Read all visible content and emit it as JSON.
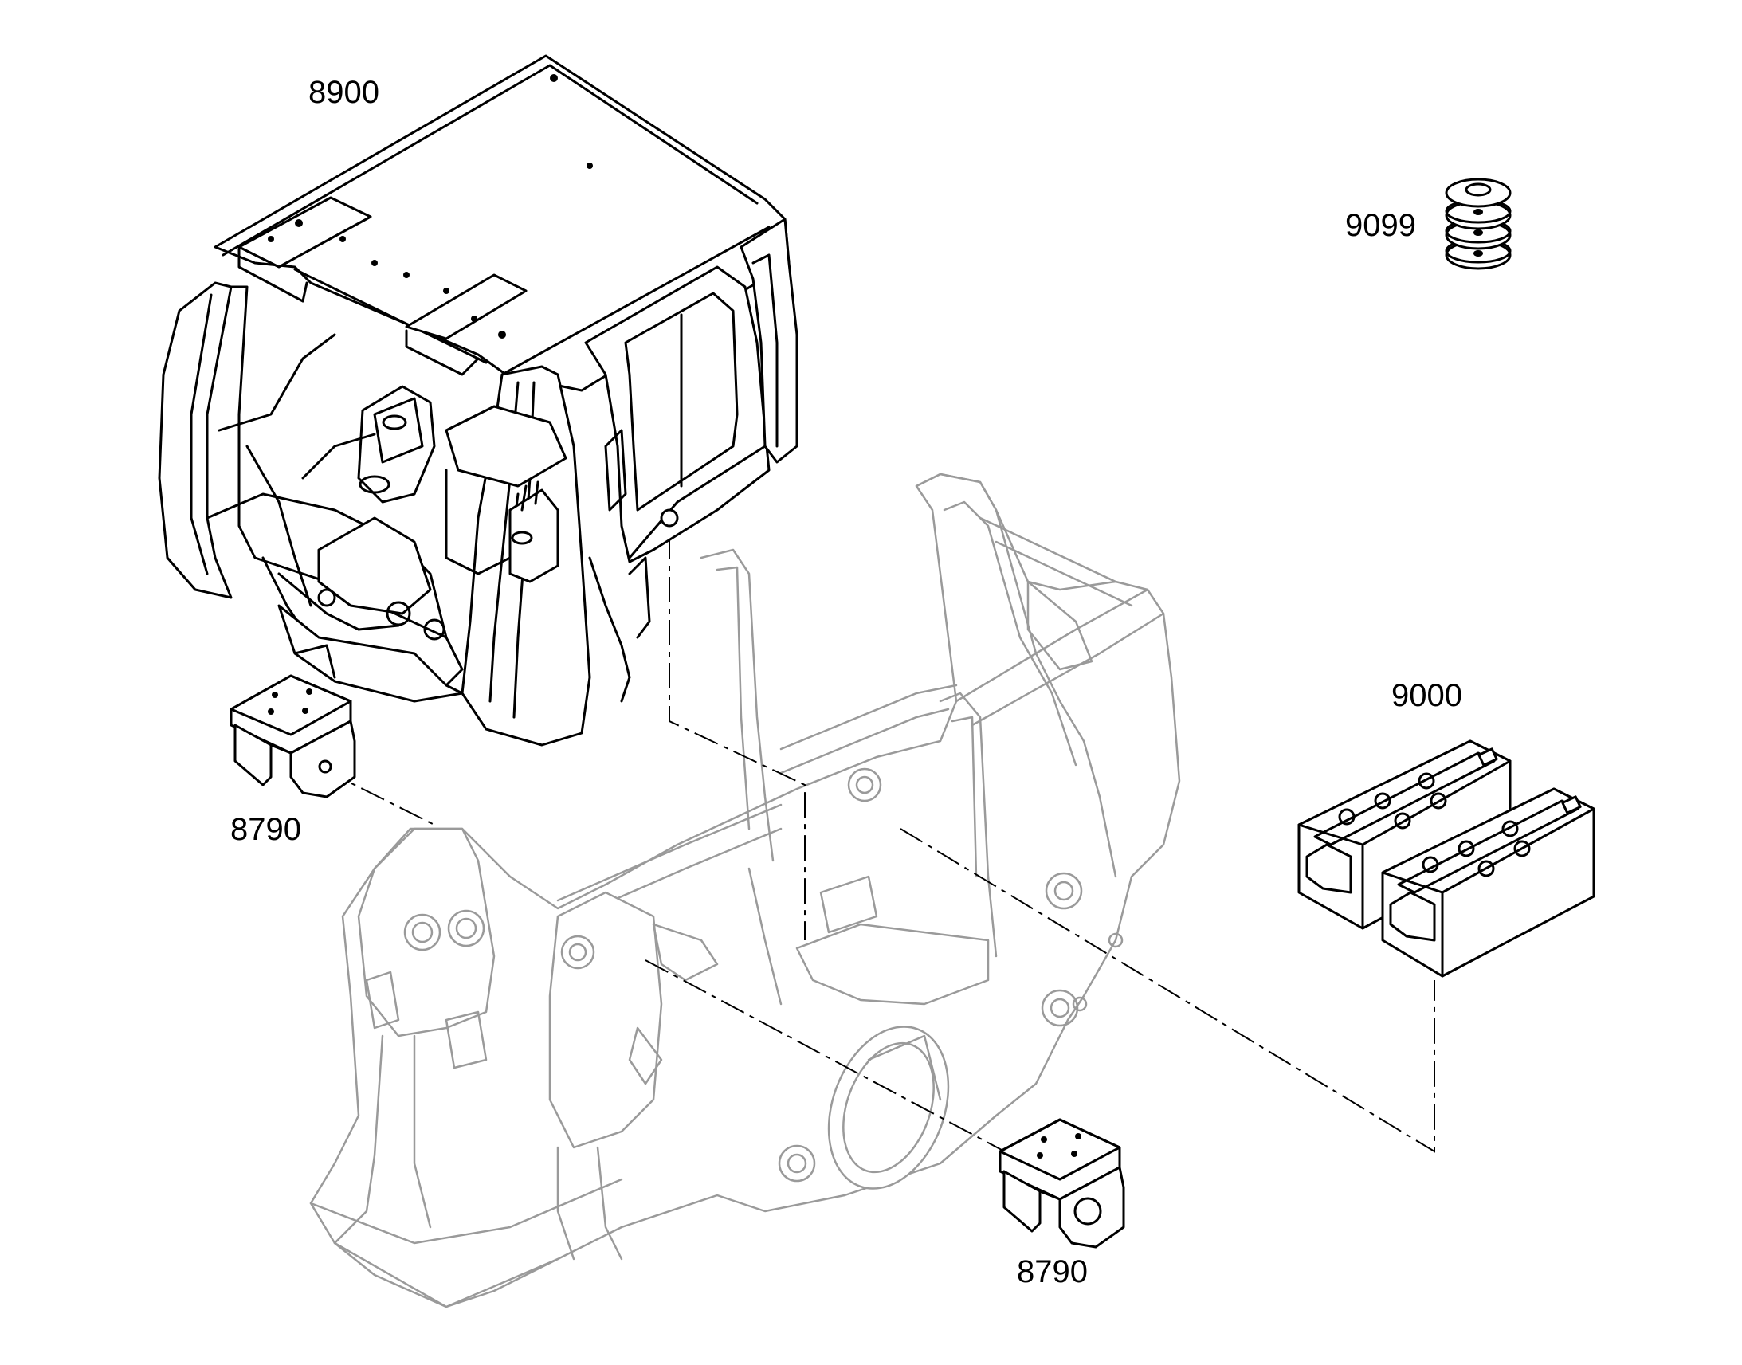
{
  "callouts": {
    "cab": "8900",
    "washer_stack": "9099",
    "batteries": "9000",
    "bracket_left": "8790",
    "bracket_right": "8790"
  }
}
